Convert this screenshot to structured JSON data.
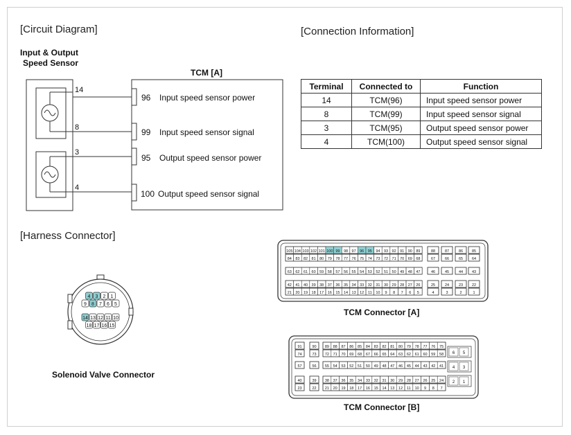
{
  "sections": {
    "circuit": "[Circuit Diagram]",
    "connection": "[Connection Information]",
    "harness": "[Harness Connector]"
  },
  "sensor_label": [
    "Input & Output",
    "Speed Sensor"
  ],
  "tcm_title": "TCM [A]",
  "wires": [
    {
      "terminal": "14",
      "pin": "96",
      "label": "Input speed sensor power"
    },
    {
      "terminal": "8",
      "pin": "99",
      "label": "Input speed sensor signal"
    },
    {
      "terminal": "3",
      "pin": "95",
      "label": "Output speed sensor power"
    },
    {
      "terminal": "4",
      "pin": "100",
      "label": "Output speed sensor signal"
    }
  ],
  "table": {
    "headers": [
      "Terminal",
      "Connected to",
      "Function"
    ],
    "rows": [
      [
        "14",
        "TCM(96)",
        "Input speed sensor power"
      ],
      [
        "8",
        "TCM(99)",
        "Input speed sensor signal"
      ],
      [
        "3",
        "TCM(95)",
        "Output speed sensor power"
      ],
      [
        "4",
        "TCM(100)",
        "Output speed sensor signal"
      ]
    ]
  },
  "solenoid": {
    "caption": "Solenoid Valve Connector",
    "rows": [
      [
        "4",
        "3",
        "2",
        "1"
      ],
      [
        "9",
        "8",
        "7",
        "6",
        "5"
      ],
      [
        "14",
        "13",
        "12",
        "11",
        "10"
      ],
      [
        "18",
        "17",
        "16",
        "15"
      ]
    ],
    "highlight_color": "#8fd0d3"
  },
  "tcm_a": {
    "caption": "TCM Connector [A]",
    "rows": [
      [
        [
          "105",
          "104",
          "103",
          "102",
          "101",
          "100",
          "99",
          "98",
          "97",
          "96",
          "95",
          "94",
          "93",
          "92",
          "91",
          "90",
          "89"
        ],
        [
          "88"
        ],
        [
          "87"
        ],
        [
          "86"
        ],
        [
          "85"
        ]
      ],
      [
        [
          "84",
          "83",
          "82",
          "81",
          "80",
          "79",
          "78",
          "77",
          "76",
          "75",
          "74",
          "73",
          "72",
          "71",
          "70",
          "69",
          "68"
        ],
        [
          "67"
        ],
        [
          "66"
        ],
        [
          "65"
        ],
        [
          "64"
        ]
      ],
      [
        [
          "63",
          "62",
          "61",
          "60",
          "59",
          "58",
          "57",
          "56",
          "55",
          "54",
          "53",
          "52",
          "51",
          "50",
          "49",
          "48",
          "47"
        ],
        [
          "46"
        ],
        [
          "45"
        ],
        [
          "44"
        ],
        [
          "43"
        ]
      ],
      [
        [
          "42",
          "41",
          "40",
          "39",
          "38",
          "37",
          "36",
          "35",
          "34",
          "33",
          "32",
          "31",
          "30",
          "29",
          "28",
          "27",
          "26"
        ],
        [
          "25"
        ],
        [
          "24"
        ],
        [
          "23"
        ],
        [
          "22"
        ]
      ],
      [
        [
          "21",
          "20",
          "19",
          "18",
          "17",
          "16",
          "15",
          "14",
          "13",
          "12",
          "11",
          "10",
          "9",
          "8",
          "7",
          "6",
          "5"
        ],
        [
          "4"
        ],
        [
          "3"
        ],
        [
          "2"
        ],
        [
          "1"
        ]
      ]
    ],
    "highlighted": [
      "100",
      "99",
      "96",
      "95"
    ],
    "highlight_color": "#8fd0d3"
  },
  "tcm_b": {
    "caption": "TCM Connector [B]",
    "rows": [
      [
        [
          "91"
        ],
        [
          "90"
        ],
        [
          "89",
          "88",
          "87",
          "86",
          "85",
          "84",
          "83",
          "82",
          "81",
          "80",
          "79",
          "78",
          "77",
          "76",
          "75"
        ]
      ],
      [
        [
          "74"
        ],
        [
          "73"
        ],
        [
          "72",
          "71",
          "70",
          "69",
          "68",
          "67",
          "66",
          "65",
          "64",
          "63",
          "62",
          "61",
          "60",
          "59",
          "58"
        ]
      ],
      [
        [
          "57"
        ],
        [
          "56"
        ],
        [
          "55",
          "54",
          "53",
          "52",
          "51",
          "50",
          "49",
          "48",
          "47",
          "46",
          "45",
          "44",
          "43",
          "42",
          "41"
        ]
      ],
      [
        [
          "40"
        ],
        [
          "39"
        ],
        [
          "38",
          "37",
          "36",
          "35",
          "34",
          "33",
          "32",
          "31",
          "30",
          "29",
          "28",
          "27",
          "26",
          "25",
          "24"
        ]
      ],
      [
        [
          "23"
        ],
        [
          "22"
        ],
        [
          "21",
          "20",
          "19",
          "18",
          "17",
          "16",
          "15",
          "14",
          "13",
          "12",
          "11",
          "10",
          "9",
          "8",
          "7"
        ]
      ]
    ],
    "side": [
      [
        "6",
        "5"
      ],
      [
        "4",
        "3"
      ],
      [
        "2",
        "1"
      ]
    ]
  }
}
